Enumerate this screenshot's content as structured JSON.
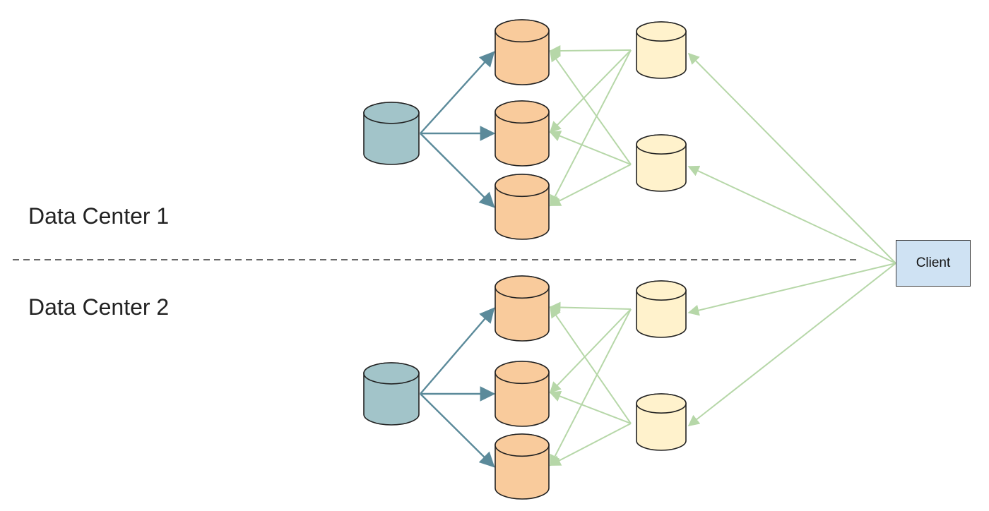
{
  "labels": {
    "dc1": "Data Center 1",
    "dc2": "Data Center 2",
    "client": "Client"
  },
  "colors": {
    "primary_db": "#a2c4c9",
    "replica_db": "#f9cb9c",
    "proxy_db": "#fff2cc",
    "replication_edge": "#5b8a9a",
    "client_edge": "#b6d7a8",
    "client_box": "#cfe2f3",
    "divider": "#666666",
    "outline": "#222222"
  },
  "icons": {
    "primary": "database-cylinder-icon",
    "replica": "database-cylinder-icon",
    "proxy": "database-cylinder-icon"
  }
}
